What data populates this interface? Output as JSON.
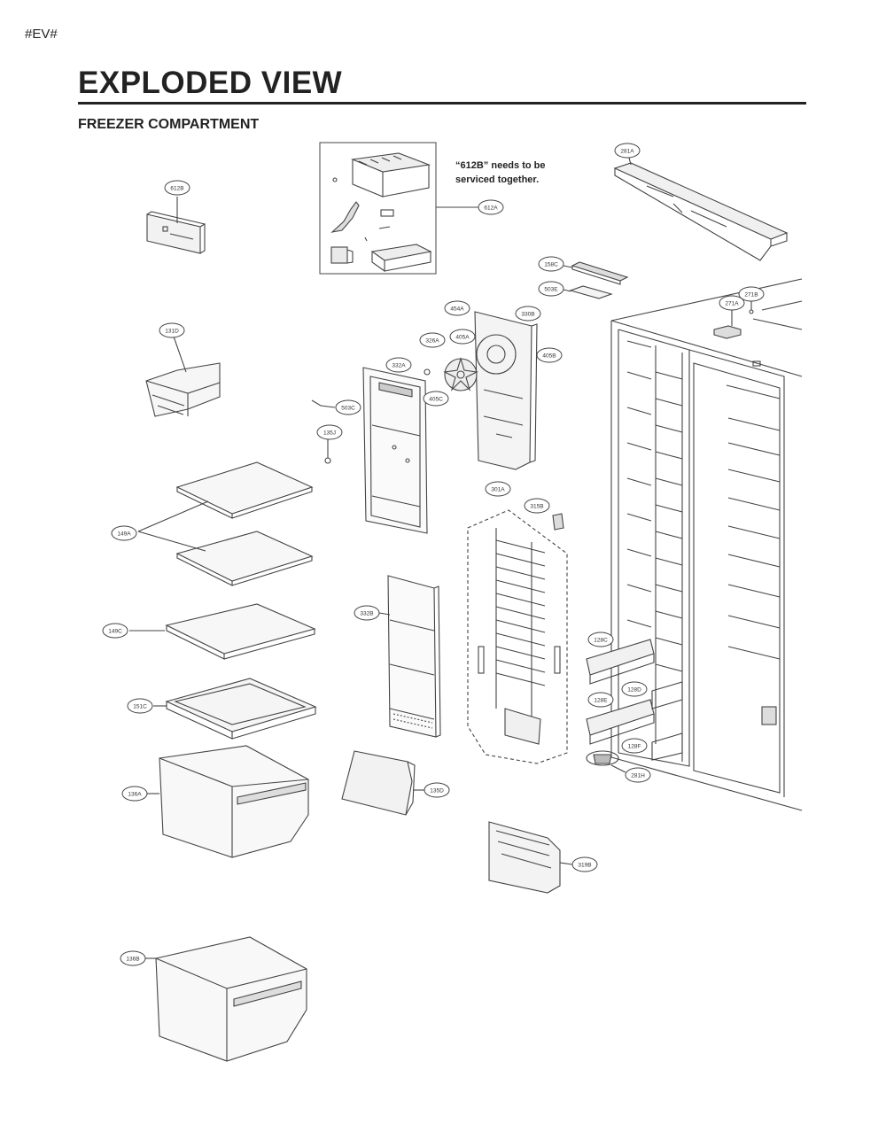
{
  "header": {
    "tag": "#EV#",
    "title": "EXPLODED VIEW",
    "subtitle": "FREEZER COMPARTMENT"
  },
  "note": {
    "line1": "“612B” needs to be",
    "line2": "serviced together."
  },
  "callouts": {
    "c612B": "612B",
    "c612A": "612A",
    "c281A": "281A",
    "c158C": "158C",
    "c503E": "503E",
    "c271B": "271B",
    "c271A": "271A",
    "c131D": "131D",
    "c454A": "454A",
    "c330B": "330B",
    "c326A": "326A",
    "c405A": "405A",
    "c405B": "405B",
    "c332A": "332A",
    "c405C": "405C",
    "c503C": "503C",
    "c135J": "135J",
    "c301A": "301A",
    "c315B": "315B",
    "c149A": "149A",
    "c332B": "332B",
    "c149C": "149C",
    "c128C": "128C",
    "c128D": "128D",
    "c128E": "128E",
    "c151C": "151C",
    "c128F": "128F",
    "c281H": "281H",
    "c136A": "136A",
    "c135D": "135D",
    "c319B": "319B",
    "c136B": "136B"
  }
}
